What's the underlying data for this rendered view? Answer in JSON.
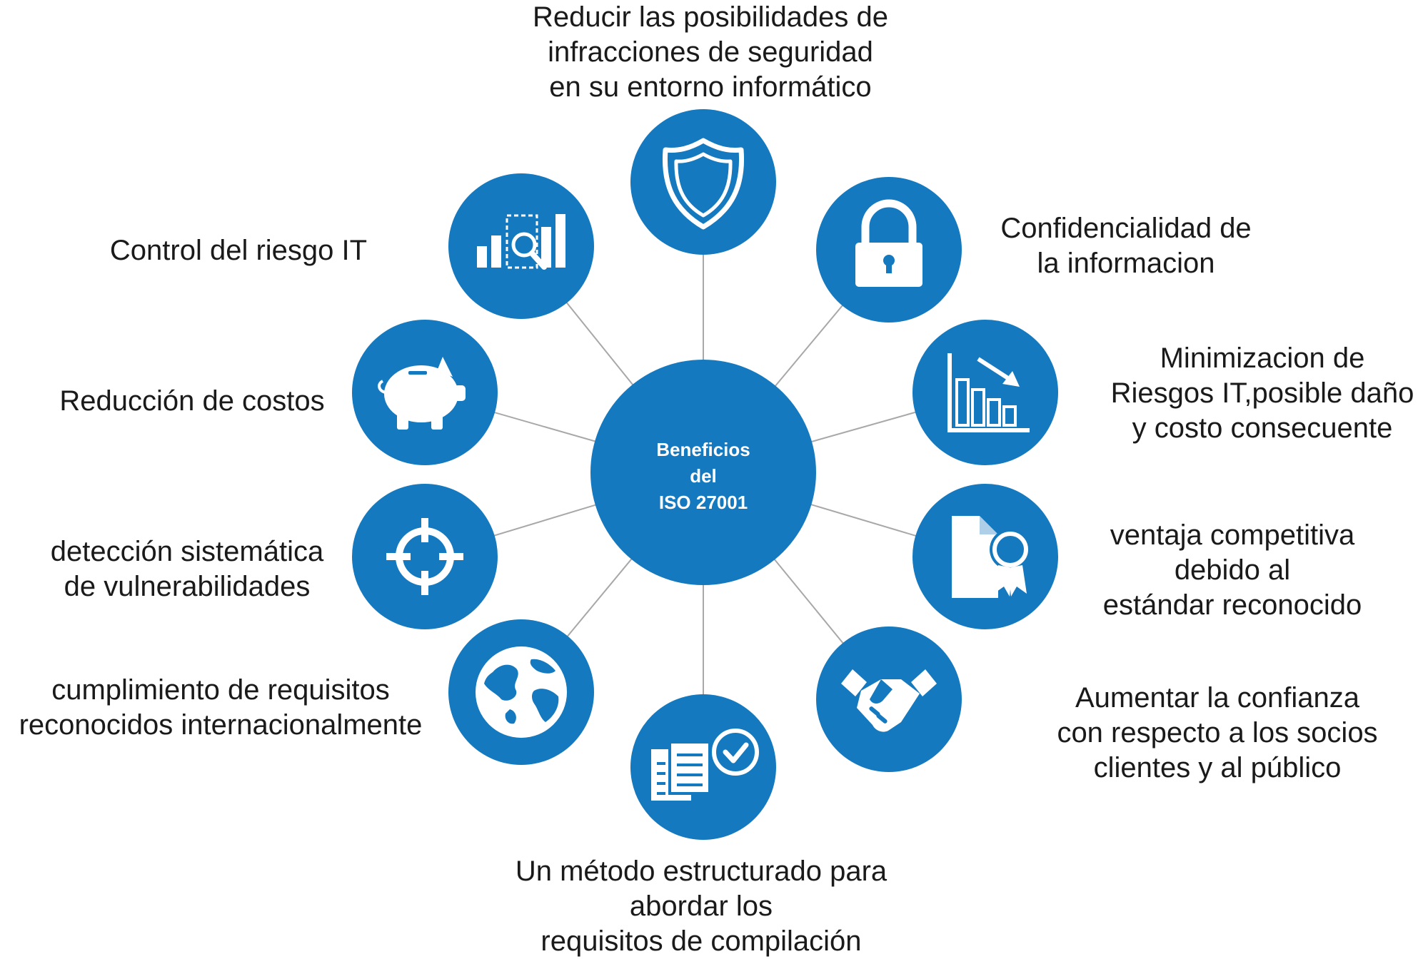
{
  "center": {
    "lines": [
      "Beneficios",
      "del",
      "ISO 27001"
    ]
  },
  "colors": {
    "node": "#1479be",
    "connector": "#a8a8a8",
    "text": "#1a1a1a",
    "hub_text": "#ffffff"
  },
  "benefits": [
    {
      "id": "security",
      "icon": "shield-icon",
      "lines": [
        "Reducir las posibilidades de",
        "infracciones de seguridad",
        "en su entorno informático"
      ]
    },
    {
      "id": "confidentiality",
      "icon": "padlock-icon",
      "lines": [
        "Confidencialidad de",
        "la informacion"
      ]
    },
    {
      "id": "risk-minimization",
      "icon": "declining-bar-chart-icon",
      "lines": [
        "Minimizacion de",
        "Riesgos IT,posible daño",
        "y costo consecuente"
      ]
    },
    {
      "id": "competitive-advantage",
      "icon": "certificate-icon",
      "lines": [
        "ventaja competitiva",
        "debido al",
        "estándar reconocido"
      ]
    },
    {
      "id": "trust",
      "icon": "handshake-icon",
      "lines": [
        "Aumentar la confianza",
        "con respecto a los socios",
        "clientes y al público"
      ]
    },
    {
      "id": "structured-method",
      "icon": "checked-documents-icon",
      "lines": [
        "Un método estructurado para",
        "abordar los",
        "requisitos de compilación"
      ]
    },
    {
      "id": "international-compliance",
      "icon": "globe-icon",
      "lines": [
        "cumplimiento de requisitos",
        "reconocidos internacionalmente"
      ]
    },
    {
      "id": "vulnerability-detection",
      "icon": "crosshair-icon",
      "lines": [
        "detección sistemática",
        "de vulnerabilidades"
      ]
    },
    {
      "id": "cost-reduction",
      "icon": "piggy-bank-icon",
      "lines": [
        "Reducción de costos"
      ]
    },
    {
      "id": "risk-control",
      "icon": "chart-magnifier-icon",
      "lines": [
        "Control del riesgo IT"
      ]
    }
  ]
}
